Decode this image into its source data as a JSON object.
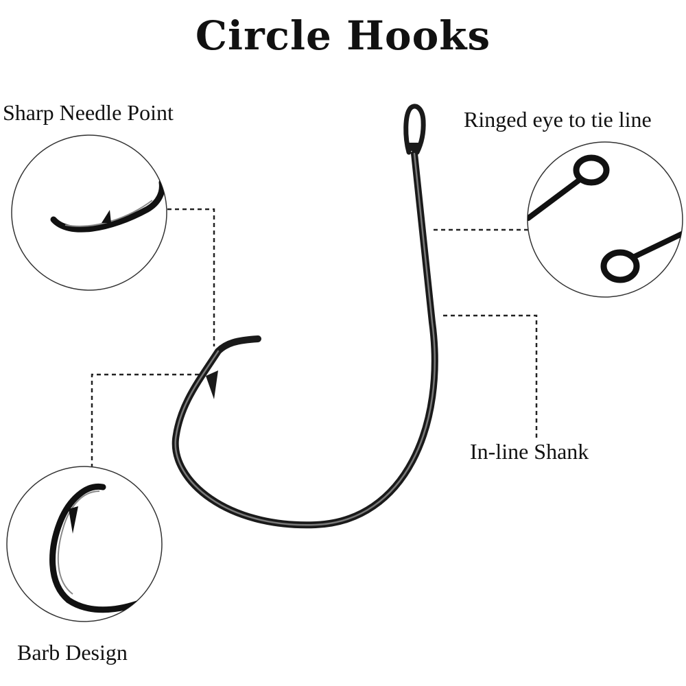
{
  "title": "Circle Hooks",
  "labels": {
    "needle_point": "Sharp Needle Point",
    "ringed_eye": "Ringed eye to tie line",
    "inline_shank": "In-line Shank",
    "barb_design": "Barb Design"
  },
  "colors": {
    "hook": "#1a1a1a",
    "circle_outline": "#333333",
    "leader_line": "#222222",
    "background": "#ffffff"
  }
}
